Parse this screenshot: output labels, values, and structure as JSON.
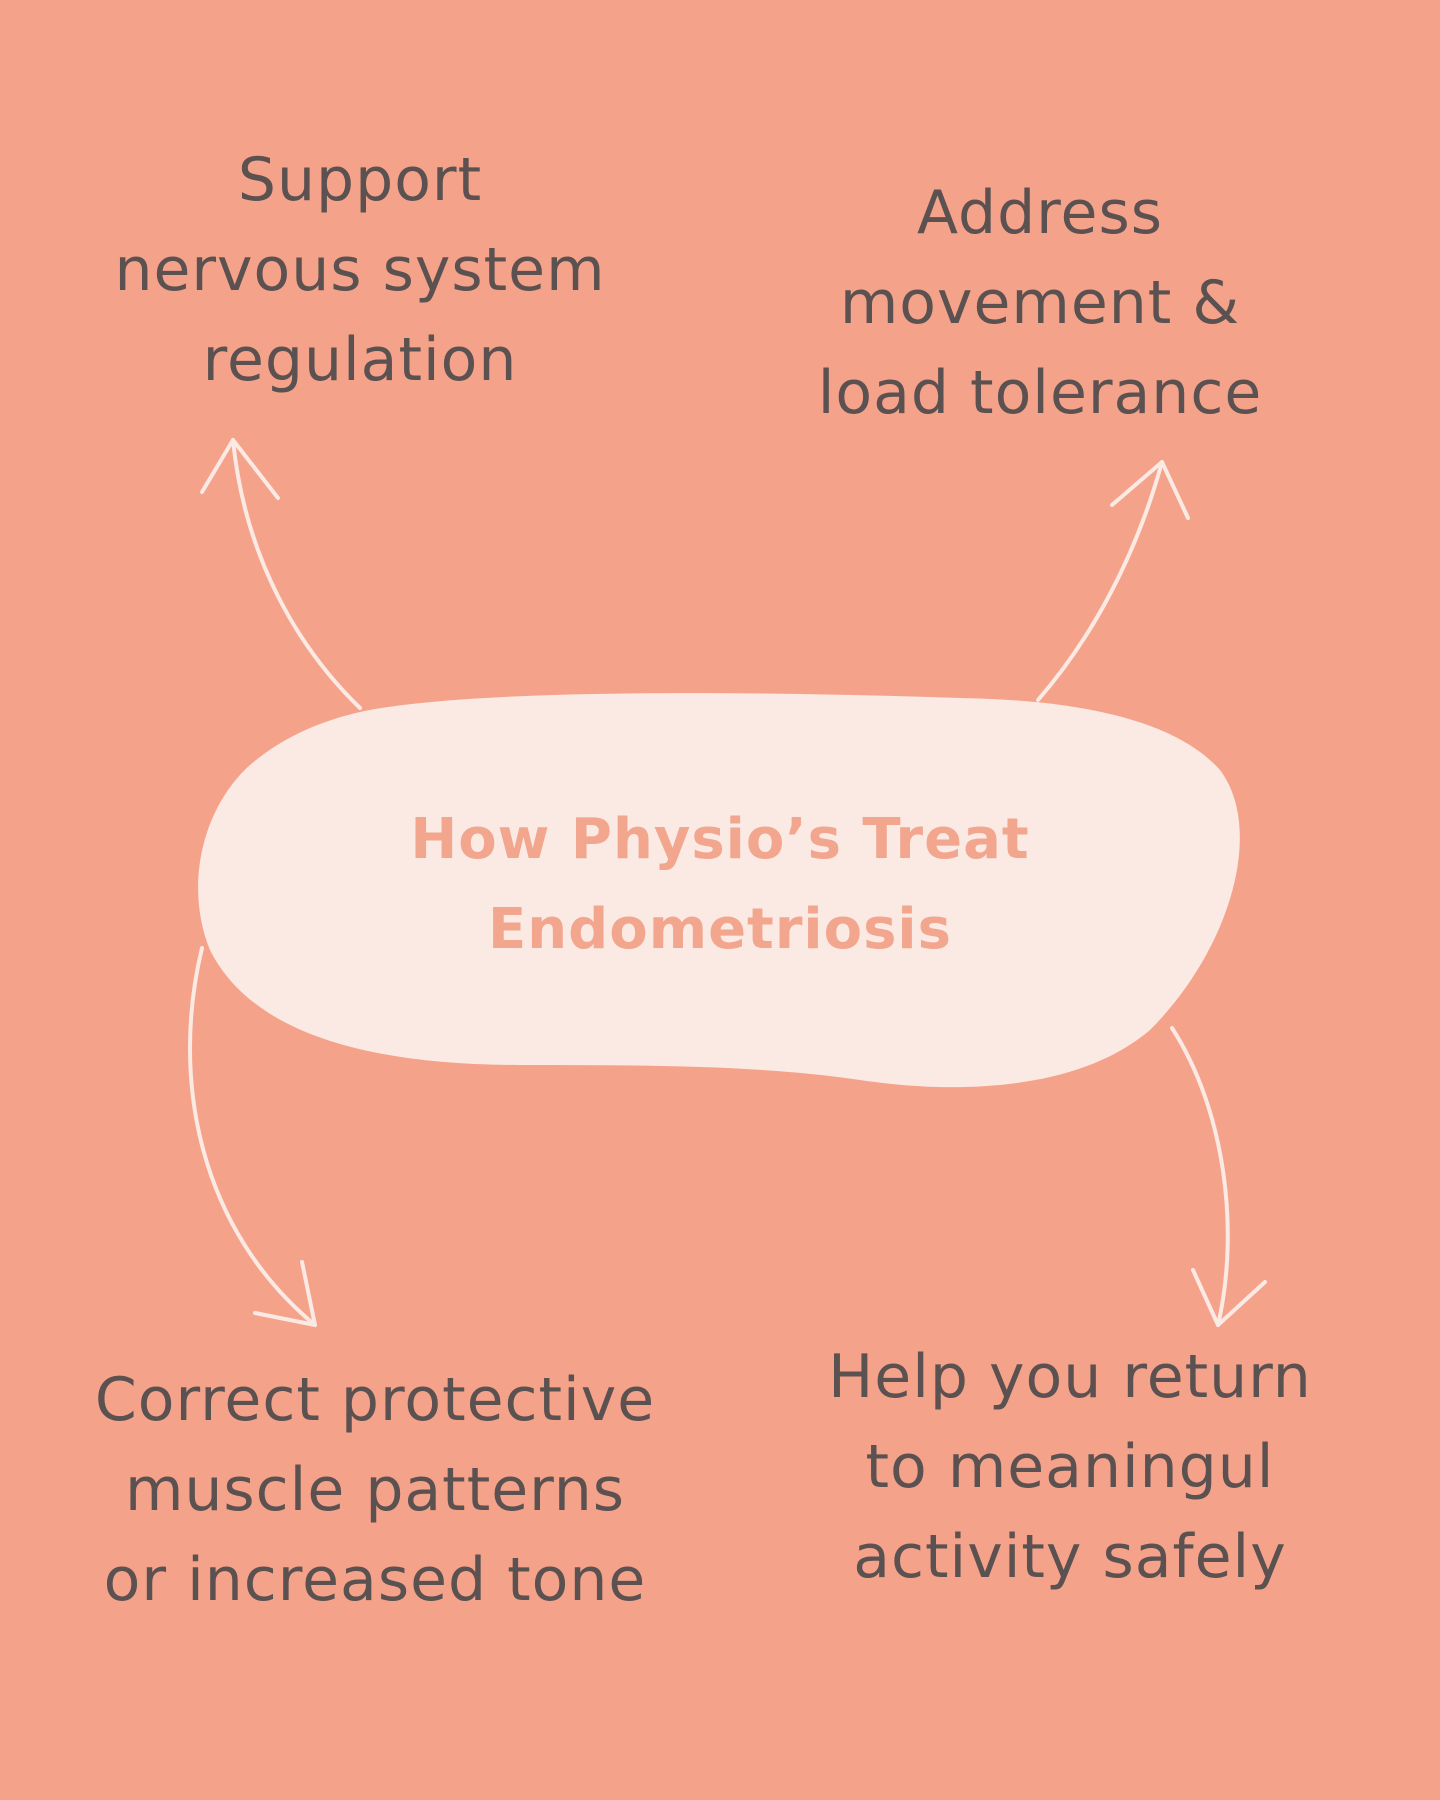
{
  "center": {
    "title_lines": [
      "How Physio’s Treat",
      "Endometriosis"
    ]
  },
  "branches": {
    "top_left": [
      "Support",
      "nervous system",
      "regulation"
    ],
    "top_right": [
      "Address",
      "movement &",
      "load tolerance"
    ],
    "bottom_left": [
      "Correct protective",
      "muscle patterns",
      "or increased tone"
    ],
    "bottom_right": [
      "Help you return",
      "to meaningul",
      "activity safely"
    ]
  },
  "colors": {
    "background": "#f5a28a",
    "blob": "#fbe9e3",
    "arrow": "#fbe9e3",
    "text": "#5a5150",
    "center_text": "#f2a68e"
  }
}
